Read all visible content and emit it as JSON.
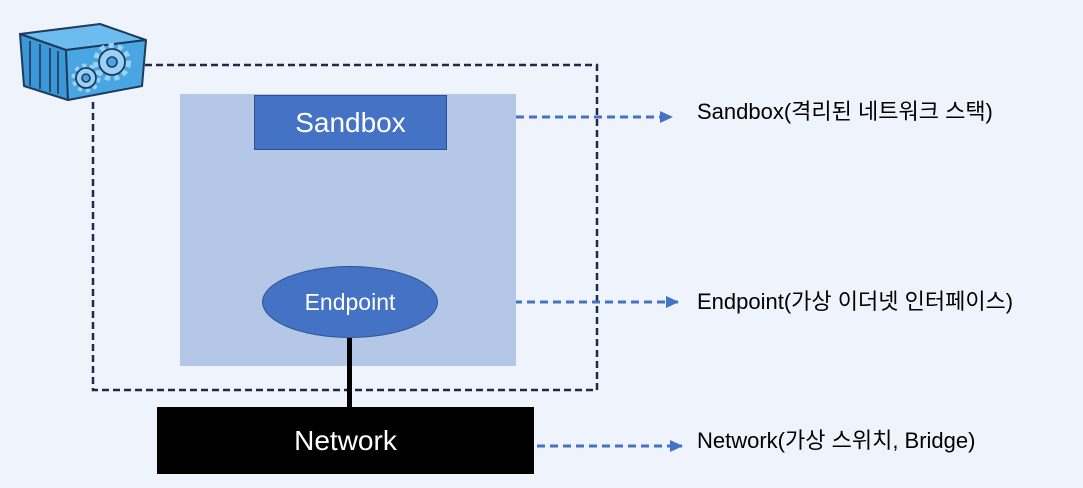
{
  "diagram": {
    "icons": {
      "container": "container-icon",
      "gears": "gear-icon"
    },
    "sandbox": {
      "label": "Sandbox",
      "callout": "Sandbox(격리된 네트워크 스택)"
    },
    "endpoint": {
      "label": "Endpoint",
      "callout": "Endpoint(가상 이더넷 인터페이스)"
    },
    "network": {
      "label": "Network",
      "callout": "Network(가상 스위치, Bridge)"
    }
  },
  "colors": {
    "background": "#eef3fc",
    "container_area": "#b4c7e7",
    "node_fill": "#4472c4",
    "network_fill": "#000000",
    "arrow": "#4472c4",
    "frame": "#1f2a44"
  }
}
